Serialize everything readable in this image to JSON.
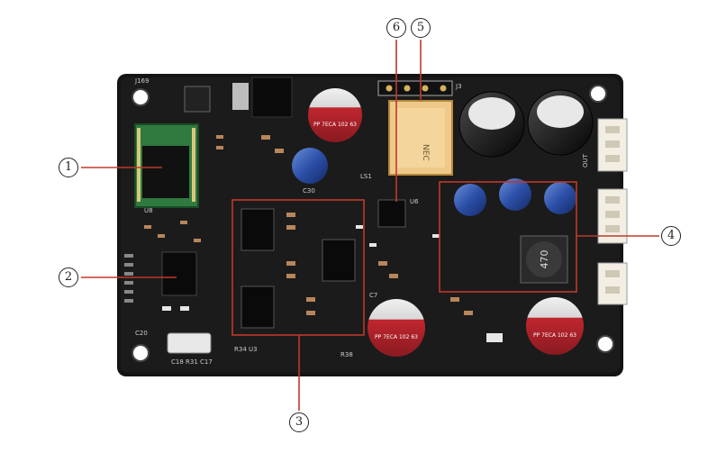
{
  "callouts": [
    {
      "label": "1"
    },
    {
      "label": "2"
    },
    {
      "label": "3"
    },
    {
      "label": "4"
    },
    {
      "label": "5"
    },
    {
      "label": "6"
    }
  ],
  "board_labels": {
    "module": "U8",
    "top_left": "J169",
    "inductor": "470",
    "relay": "NEC",
    "out": "OUT",
    "con": "J3",
    "cap_big_1": "PP 7ECA 102 63",
    "cap_big_2": "PP 7ECA 102 63",
    "cap_mid": "PP 7ECA 102 63",
    "r_label_1": "C18 R31 C17",
    "r_label_2": "R34 U3",
    "r_label_3": "R38",
    "c30": "C30",
    "u6": "U6",
    "c7": "C7",
    "c20": "C20",
    "ls1": "LS1"
  },
  "colors": {
    "pcb": "#161616",
    "silk": "#d8d8d8",
    "highlight": "#c0392b",
    "module": "#2c6e3b"
  }
}
